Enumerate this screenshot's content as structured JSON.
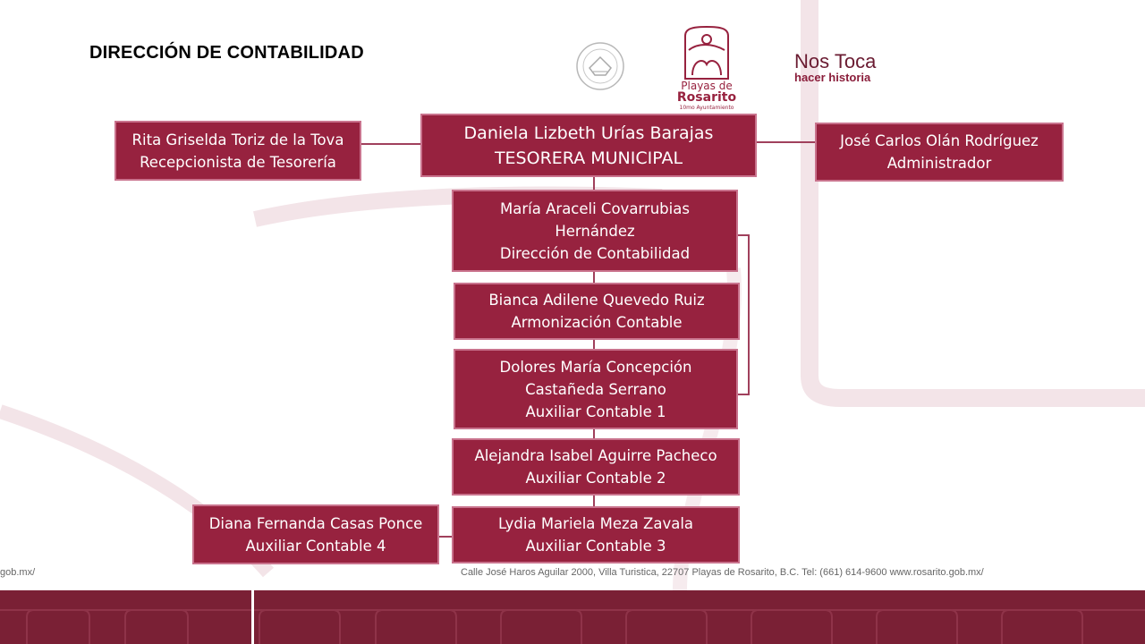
{
  "page": {
    "title": "DIRECCIÓN DE CONTABILIDAD"
  },
  "logos": {
    "playas_line1": "Playas de",
    "playas_line2": "Rosarito",
    "playas_line3": "10mo Ayuntamiento",
    "nos_line1": "Nos Toca",
    "nos_line2": "hacer historia"
  },
  "org": {
    "tesorera": {
      "name": "Daniela Lizbeth Urías Barajas",
      "role": "TESORERA MUNICIPAL"
    },
    "recepcionista": {
      "name": "Rita Griselda Toriz de la Tova",
      "role": "Recepcionista de Tesorería"
    },
    "administrador": {
      "name": "José Carlos Olán Rodríguez",
      "role": "Administrador"
    },
    "direccion": {
      "name1": "María Araceli Covarrubias",
      "name2": "Hernández",
      "role": "Dirección de Contabilidad"
    },
    "armonizacion": {
      "name": "Bianca Adilene Quevedo Ruiz",
      "role": "Armonización Contable"
    },
    "auxiliar1": {
      "name1": "Dolores María Concepción",
      "name2": "Castañeda Serrano",
      "role": "Auxiliar Contable 1"
    },
    "auxiliar2": {
      "name": "Alejandra Isabel Aguirre Pacheco",
      "role": "Auxiliar Contable 2"
    },
    "auxiliar3": {
      "name": "Lydia Mariela Meza Zavala",
      "role": "Auxiliar Contable 3"
    },
    "auxiliar4": {
      "name": "Diana Fernanda Casas Ponce",
      "role": "Auxiliar Contable 4"
    }
  },
  "footer": {
    "left": "gob.mx/",
    "address": "Calle José Haros Aguilar 2000, Villa Turistica, 22707 Playas de Rosarito, B.C. Tel: (661) 614-9600  www.rosarito.gob.mx/"
  },
  "colors": {
    "box_fill": "#97223f",
    "box_border": "#c9738d",
    "connector": "#a0405c",
    "footer_band": "#7a2035"
  }
}
